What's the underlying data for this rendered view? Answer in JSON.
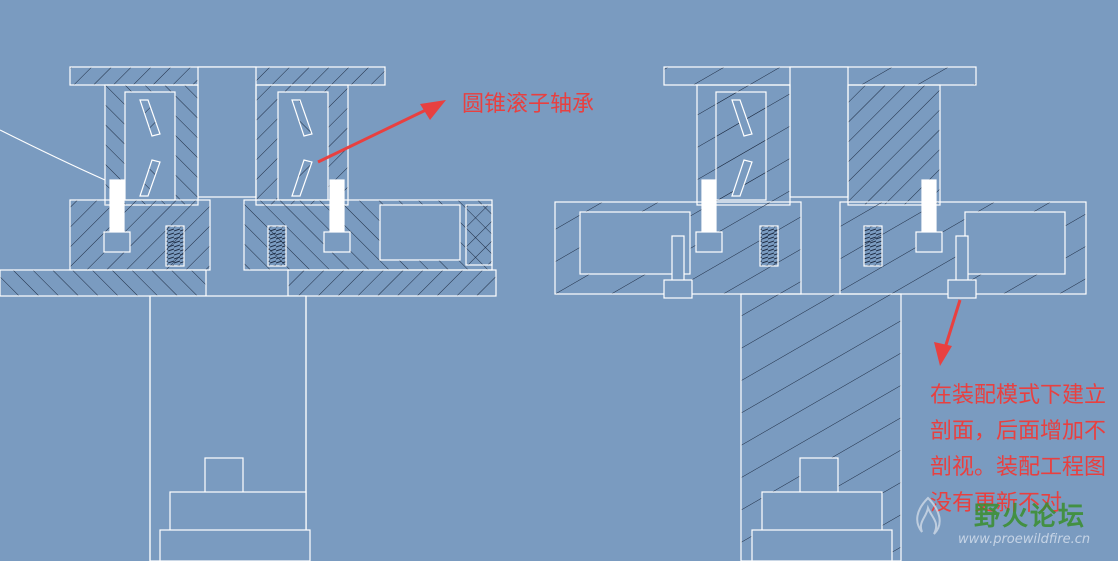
{
  "annotations": {
    "bearing_label": "圆锥滚子轴承",
    "section_note": "在装配模式下建立剖面，后面增加不剖视。装配工程图没有更新不对"
  },
  "watermark": {
    "title": "野火论坛",
    "url": "www.proewildfire.cn"
  },
  "colors": {
    "background": "#7a9bc0",
    "lines": "#ffffff",
    "hatch": "#1f2d44",
    "annotation": "#e84040"
  }
}
